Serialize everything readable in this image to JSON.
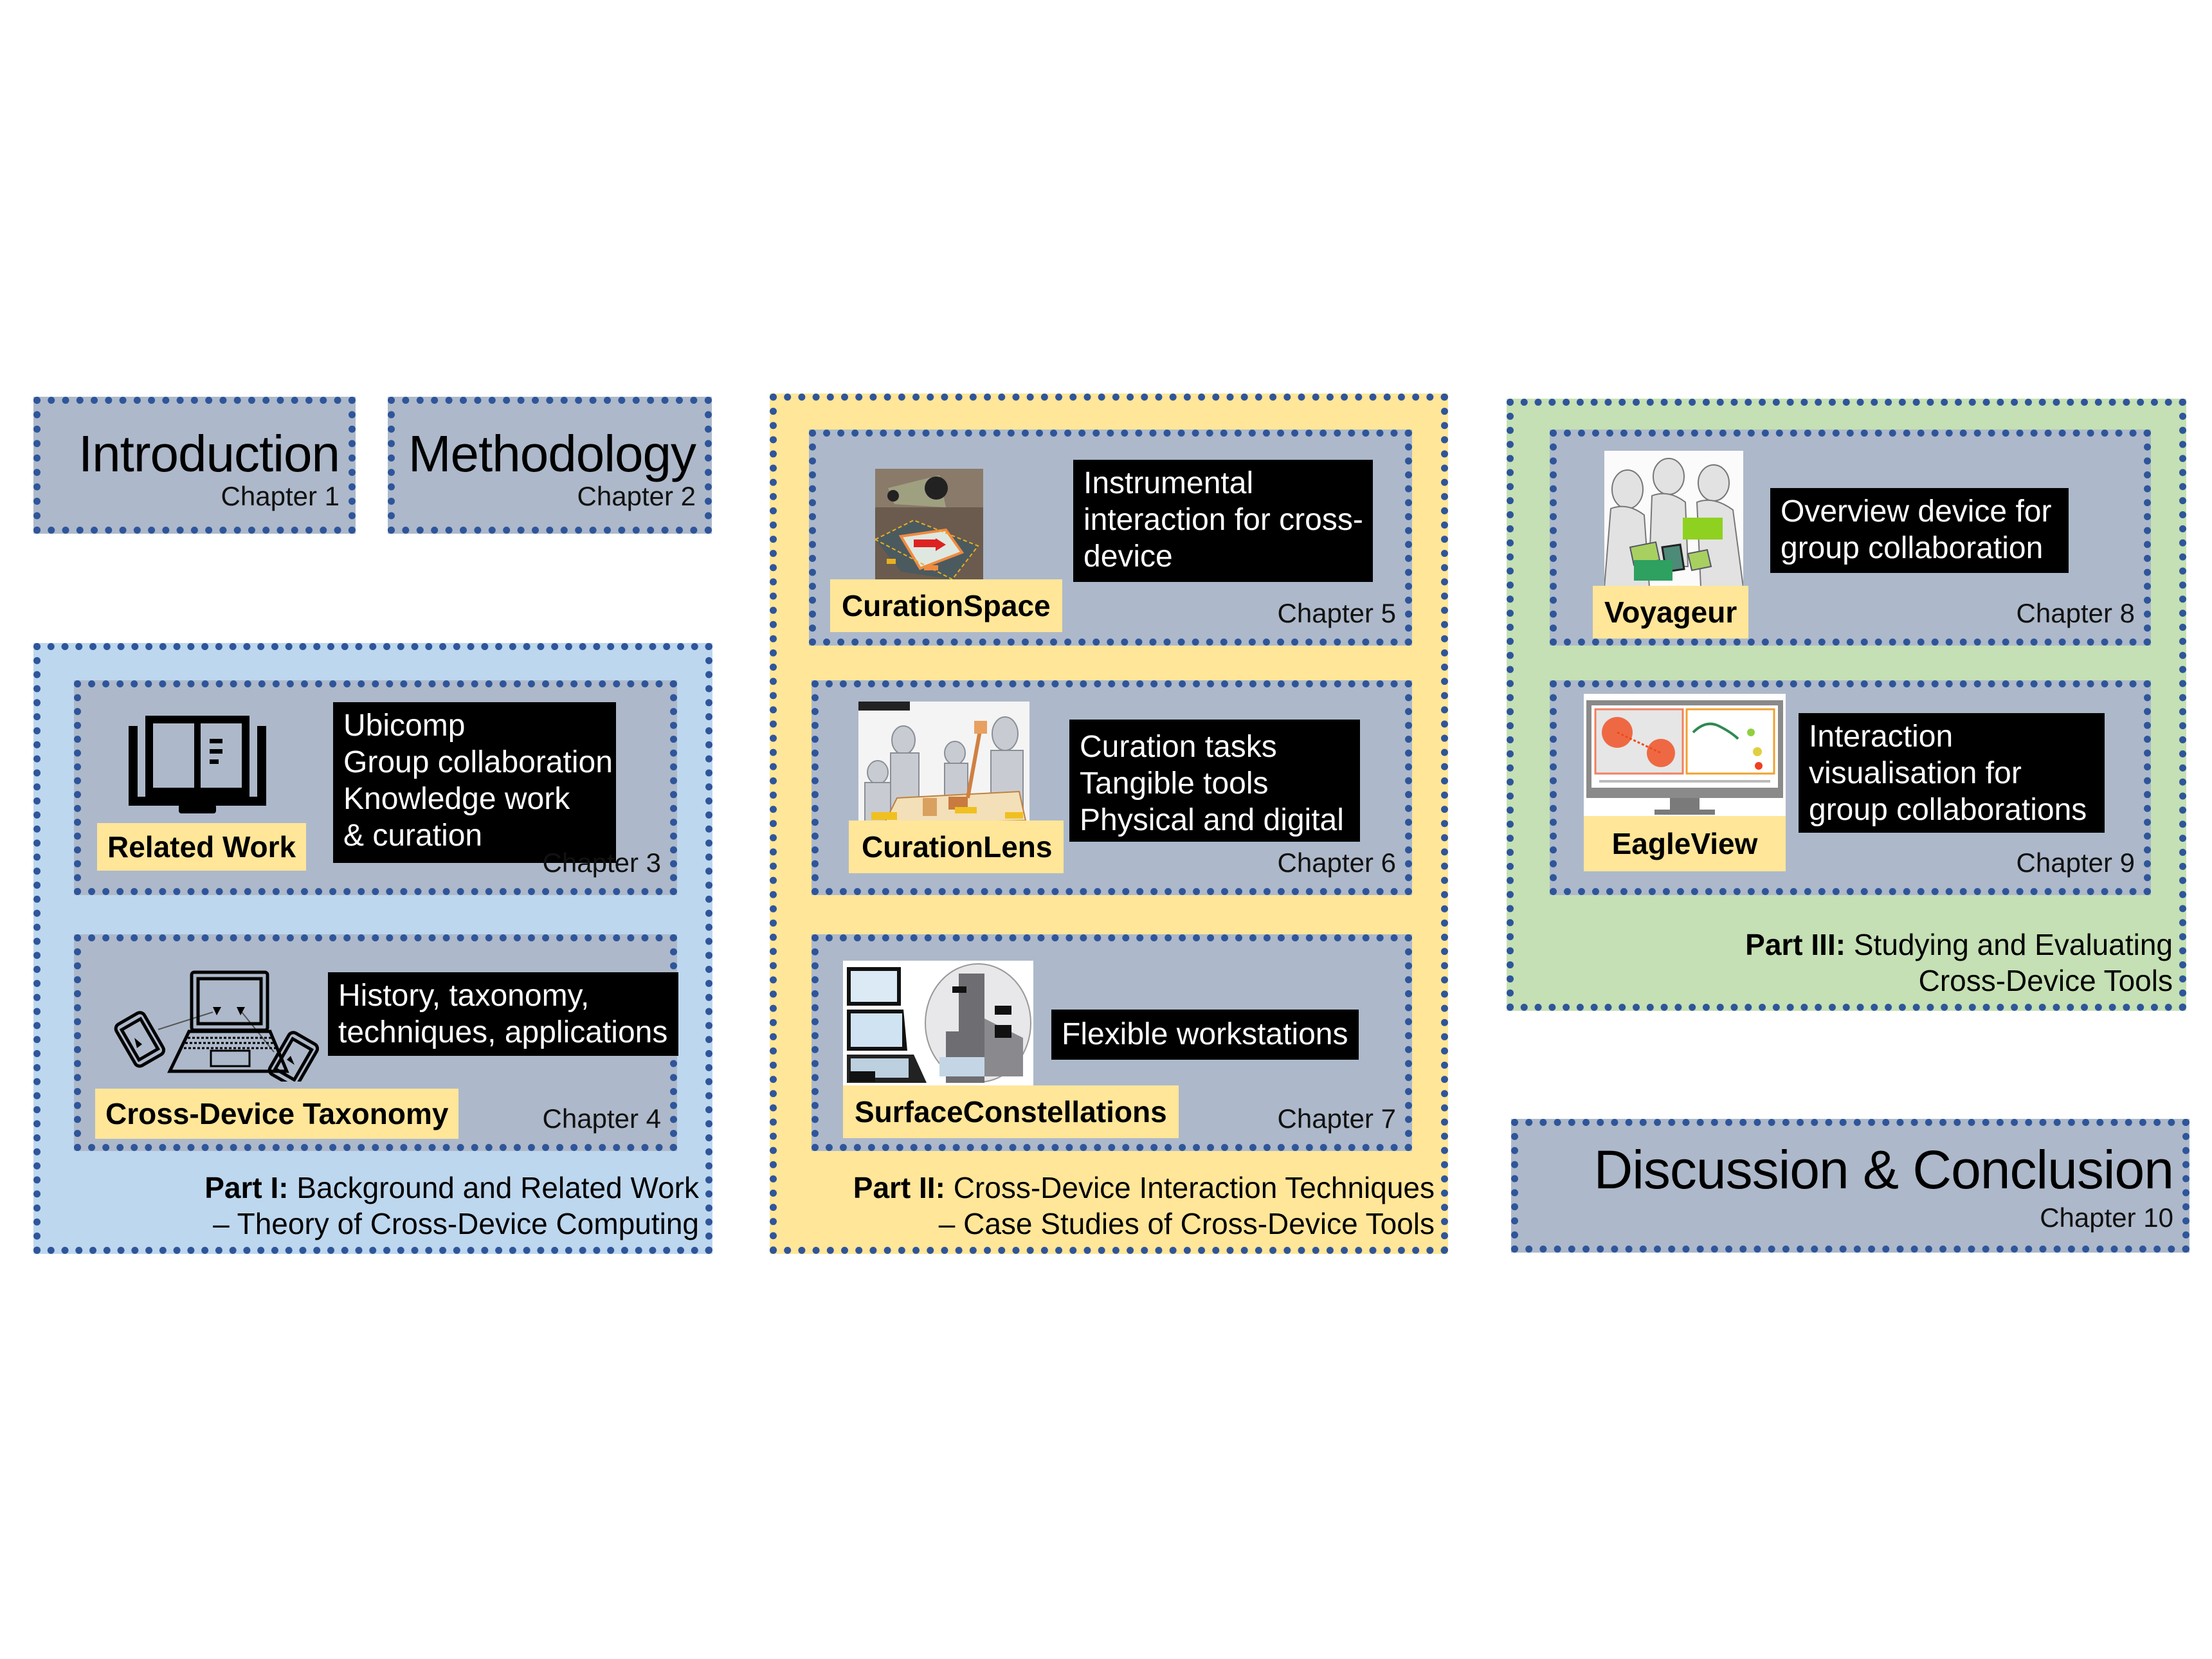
{
  "intro": {
    "title": "Introduction",
    "chapter": "Chapter 1"
  },
  "methodology": {
    "title": "Methodology",
    "chapter": "Chapter 2"
  },
  "part1": {
    "caption_bold": "Part I:",
    "caption_line1": "Background and Related Work",
    "caption_line2": "– Theory of Cross-Device Computing",
    "color": "#bdd7ee",
    "chapters": [
      {
        "label": "Related Work",
        "icon": "book-icon",
        "desc": [
          "Ubicomp",
          "Group collaboration",
          "Knowledge work",
          "& curation"
        ],
        "chapter": "Chapter 3"
      },
      {
        "label": "Cross-Device Taxonomy",
        "icon": "cross-device-icon",
        "desc": [
          "History, taxonomy,",
          "techniques, applications"
        ],
        "chapter": "Chapter 4"
      }
    ]
  },
  "part2": {
    "caption_bold": "Part II:",
    "caption_line1": "Cross-Device Interaction Techniques",
    "caption_line2": "– Case Studies of Cross-Device Tools",
    "color": "#ffe699",
    "chapters": [
      {
        "label": "CurationSpace",
        "image": "curationspace-photo",
        "desc": [
          "Instrumental",
          "interaction for cross-",
          "device"
        ],
        "chapter": "Chapter 5"
      },
      {
        "label": "CurationLens",
        "image": "curationlens-illustration",
        "desc": [
          "Curation tasks",
          "Tangible tools",
          "Physical and digital"
        ],
        "chapter": "Chapter 6"
      },
      {
        "label": "SurfaceConstellations",
        "image": "surfaceconstellations-photo",
        "desc": [
          "Flexible workstations"
        ],
        "chapter": "Chapter 7"
      }
    ]
  },
  "part3": {
    "caption_bold": "Part III:",
    "caption_line1": "Studying and Evaluating",
    "caption_line2": "Cross-Device Tools",
    "color": "#c5e0b4",
    "chapters": [
      {
        "label": "Voyageur",
        "image": "voyageur-illustration",
        "desc": [
          "Overview device for",
          "group collaboration"
        ],
        "chapter": "Chapter 8"
      },
      {
        "label": "EagleView",
        "image": "eagleview-monitor",
        "desc": [
          "Interaction",
          "visualisation for",
          "group collaborations"
        ],
        "chapter": "Chapter 9"
      }
    ]
  },
  "discussion": {
    "title": "Discussion & Conclusion",
    "chapter": "Chapter 10"
  },
  "colors": {
    "chapter_fill": "#adb9ca",
    "border": "#2f559a",
    "label_fill": "#ffe699"
  }
}
